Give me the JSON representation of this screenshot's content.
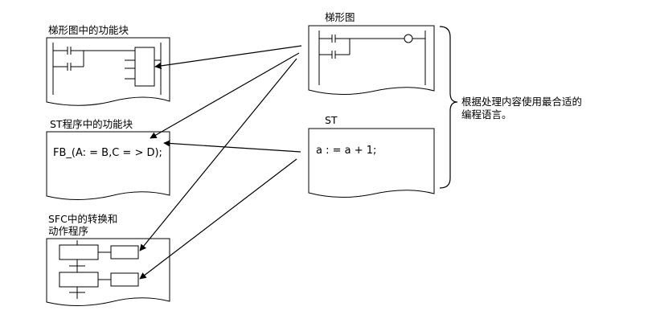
{
  "labels": {
    "ladder_fb": "梯形图中的功能块",
    "ladder": "梯形图",
    "st_fb": "ST程序中的功能块",
    "st": "ST",
    "sfc_line1": "SFC中的转换和",
    "sfc_line2": "动作程序",
    "note_line1": "根据处理内容使用最合适的",
    "note_line2": "编程语言。"
  },
  "code": {
    "st_fb": "FB_(A: = B,C = > D);",
    "st": "a : = a + 1;"
  }
}
